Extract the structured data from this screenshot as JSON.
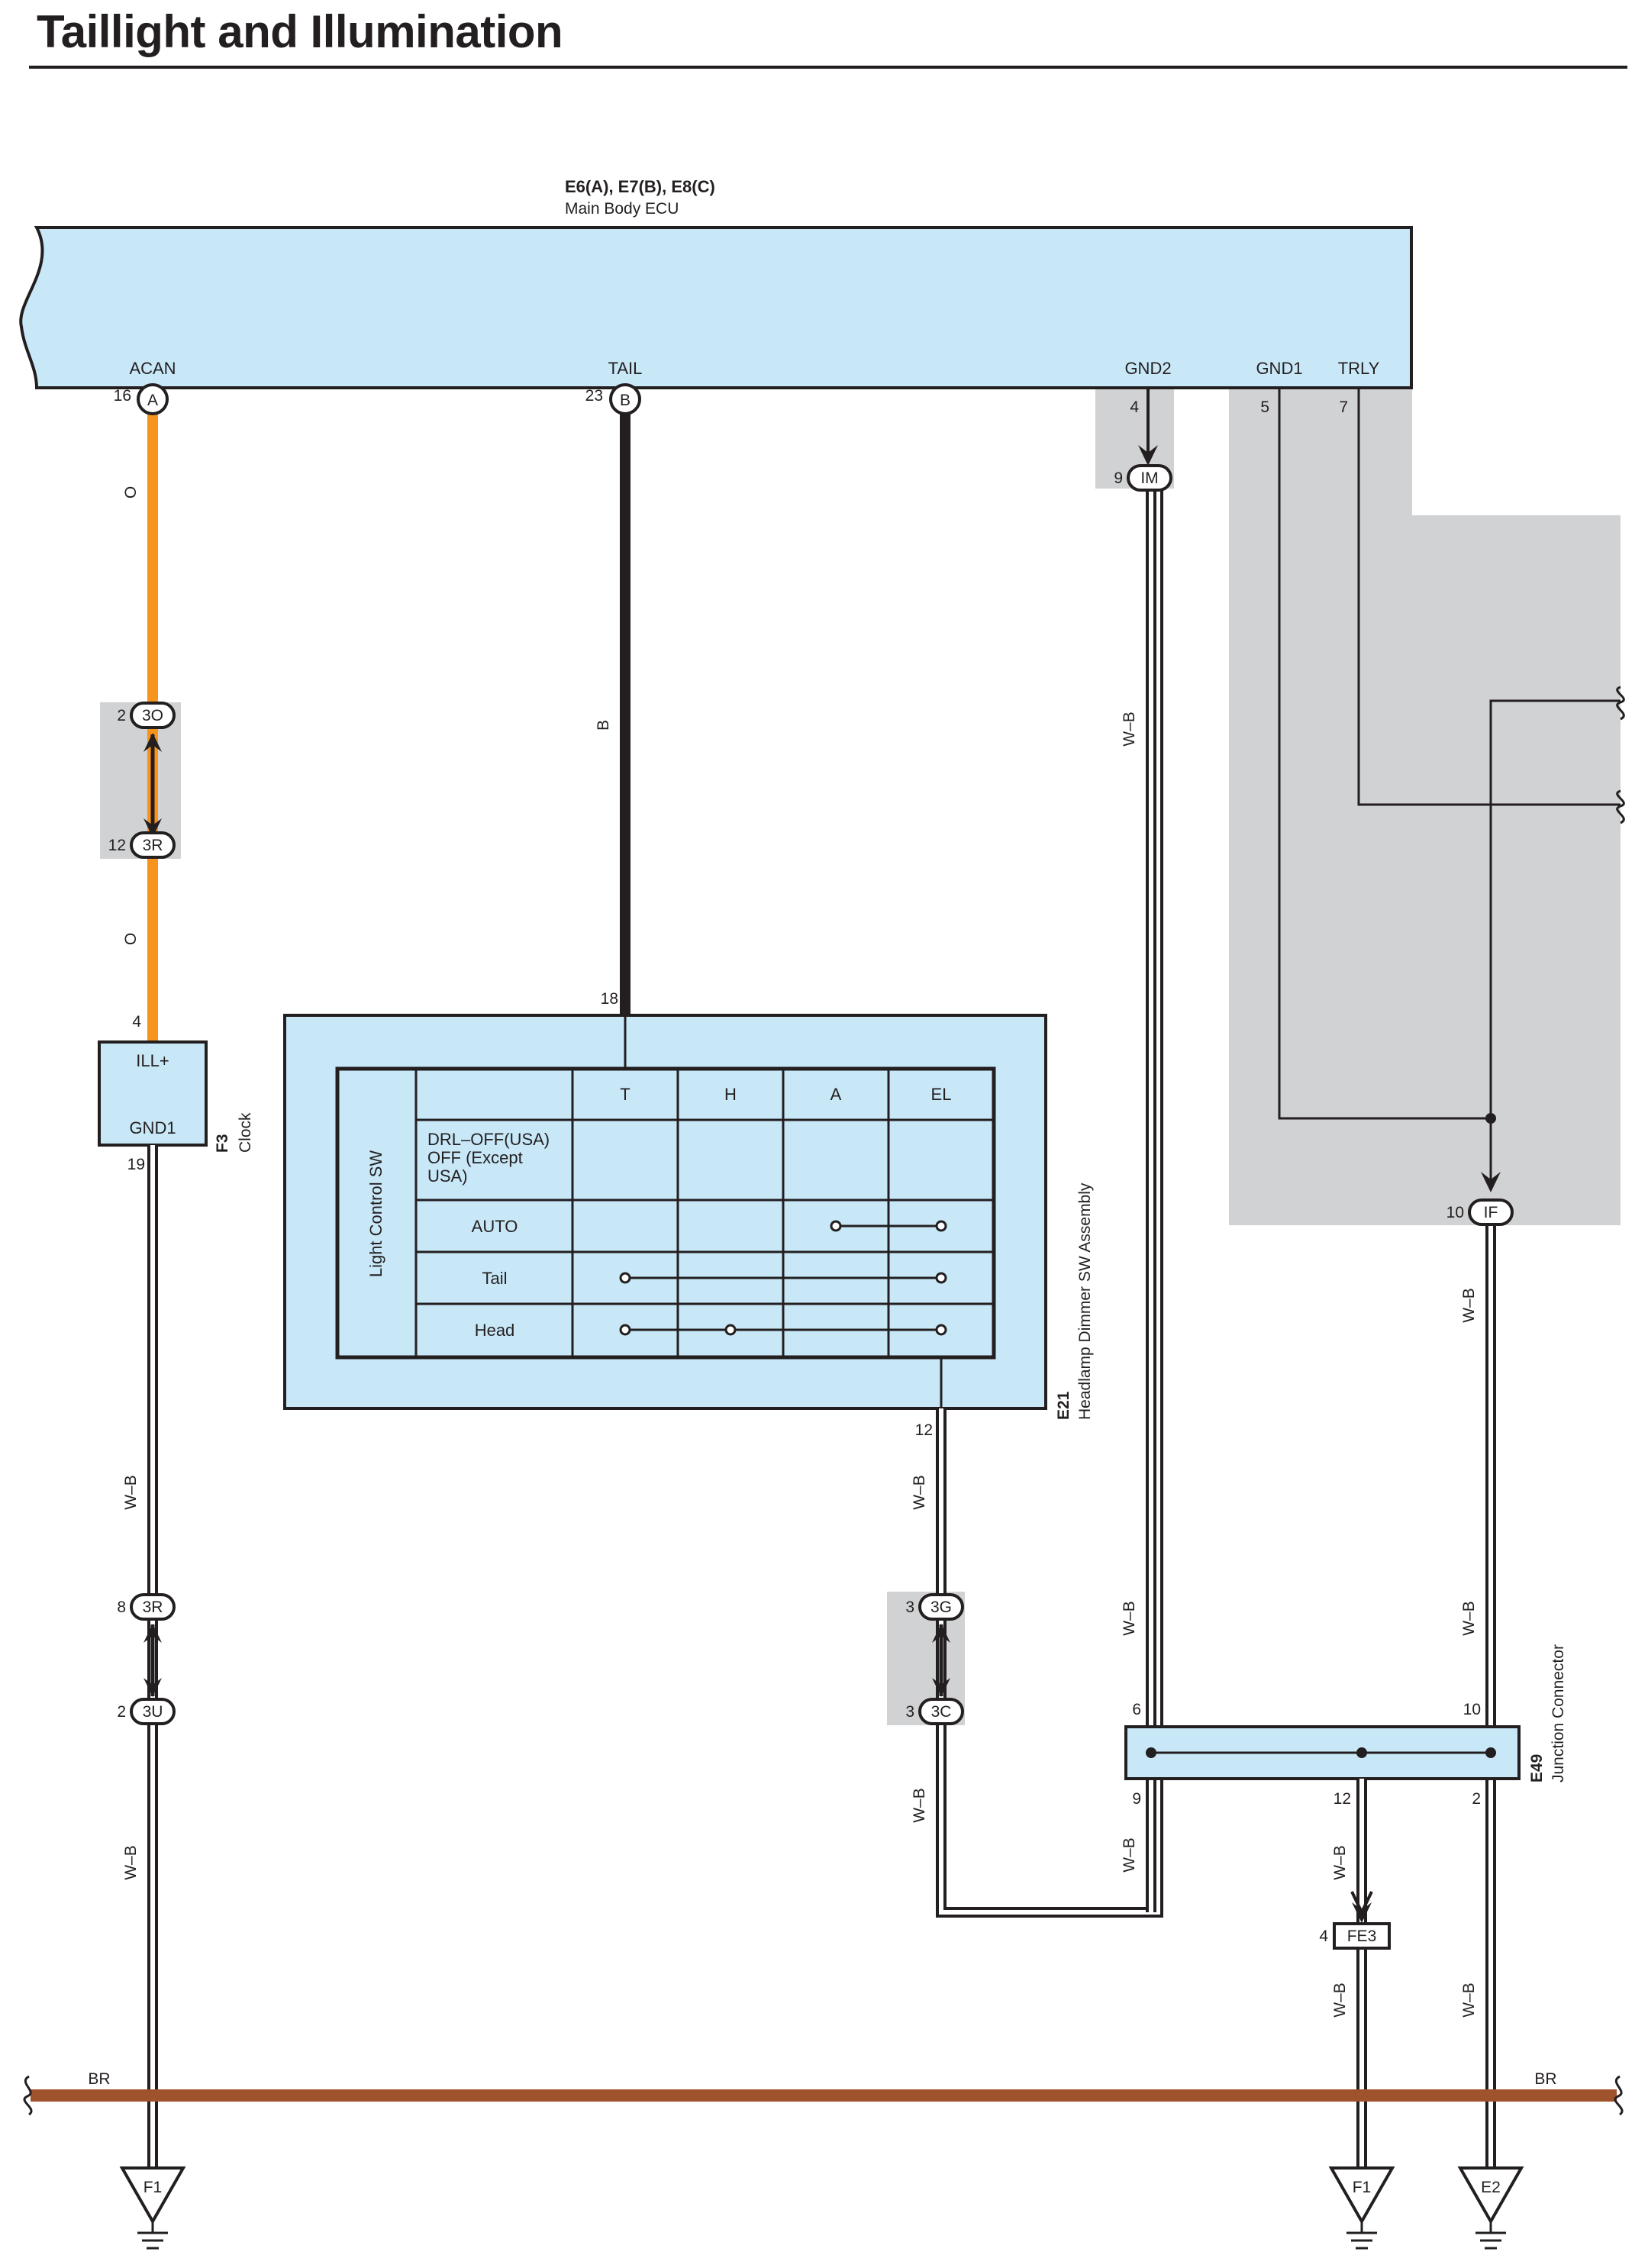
{
  "title": "Taillight and Illumination",
  "ecu": {
    "connectors": "E6(A), E7(B), E8(C)",
    "name": "Main Body ECU",
    "pins": {
      "acan": "ACAN",
      "tail": "TAIL",
      "gnd2": "GND2",
      "gnd1": "GND1",
      "trly": "TRLY"
    },
    "pin_numbers": {
      "acan": "16",
      "tail": "23",
      "gnd2": "4",
      "gnd1": "5",
      "trly": "7"
    },
    "connector_letters": {
      "acan": "A",
      "tail": "B"
    }
  },
  "junctions": {
    "im": {
      "id": "IM",
      "pin": "9"
    },
    "j3o": {
      "id": "3O",
      "pin": "2"
    },
    "j3r_top": {
      "id": "3R",
      "pin": "12"
    },
    "j3r_bottom": {
      "id": "3R",
      "pin": "8"
    },
    "j3u": {
      "id": "3U",
      "pin": "2"
    },
    "j3g": {
      "id": "3G",
      "pin": "3"
    },
    "j3c": {
      "id": "3C",
      "pin": "3"
    },
    "if": {
      "id": "IF",
      "pin": "10"
    },
    "fe3": {
      "id": "FE3",
      "pin": "4"
    }
  },
  "wire_colors": {
    "acan_top": "O",
    "acan_mid": "O",
    "tail": "B",
    "gnd2": "W–B",
    "clock_gnd": "W–B",
    "clock_gnd_low": "W–B",
    "sw_gnd": "W–B",
    "sw_gnd_low": "W–B",
    "gnd2_low": "W–B",
    "gnd2_bottom": "W–B",
    "if_top": "W–B",
    "if_mid": "W–B",
    "e49_12": "W–B",
    "fe3_low": "W–B",
    "e49_2_low": "W–B",
    "bus_left": "BR",
    "bus_right": "BR"
  },
  "clock": {
    "code": "F3",
    "name": "Clock",
    "pin_top": "ILL+",
    "pin_bottom": "GND1",
    "pin_top_num": "4",
    "pin_bottom_num": "19"
  },
  "headlamp_sw": {
    "code": "E21",
    "name": "Headlamp Dimmer SW Assembly",
    "pin_top_num": "18",
    "pin_bottom_num": "12",
    "table_title": "Light Control SW",
    "columns": [
      "T",
      "H",
      "A",
      "EL"
    ],
    "rows": [
      "DRL–OFF(USA)\nOFF (Except\nUSA)",
      "AUTO",
      "Tail",
      "Head"
    ]
  },
  "junction_connector": {
    "code": "E49",
    "name": "Junction Connector",
    "pins": {
      "p6": "6",
      "p10": "10",
      "p9": "9",
      "p12": "12",
      "p2": "2"
    }
  },
  "grounds": {
    "g1": "F1",
    "g2": "F1",
    "g3": "E2"
  },
  "colors": {
    "component_fill": "#c8e8f8",
    "shade": "#d1d2d4",
    "wire_orange": "#f7941d",
    "bus_brown": "#a0522d",
    "ink": "#231f20"
  }
}
